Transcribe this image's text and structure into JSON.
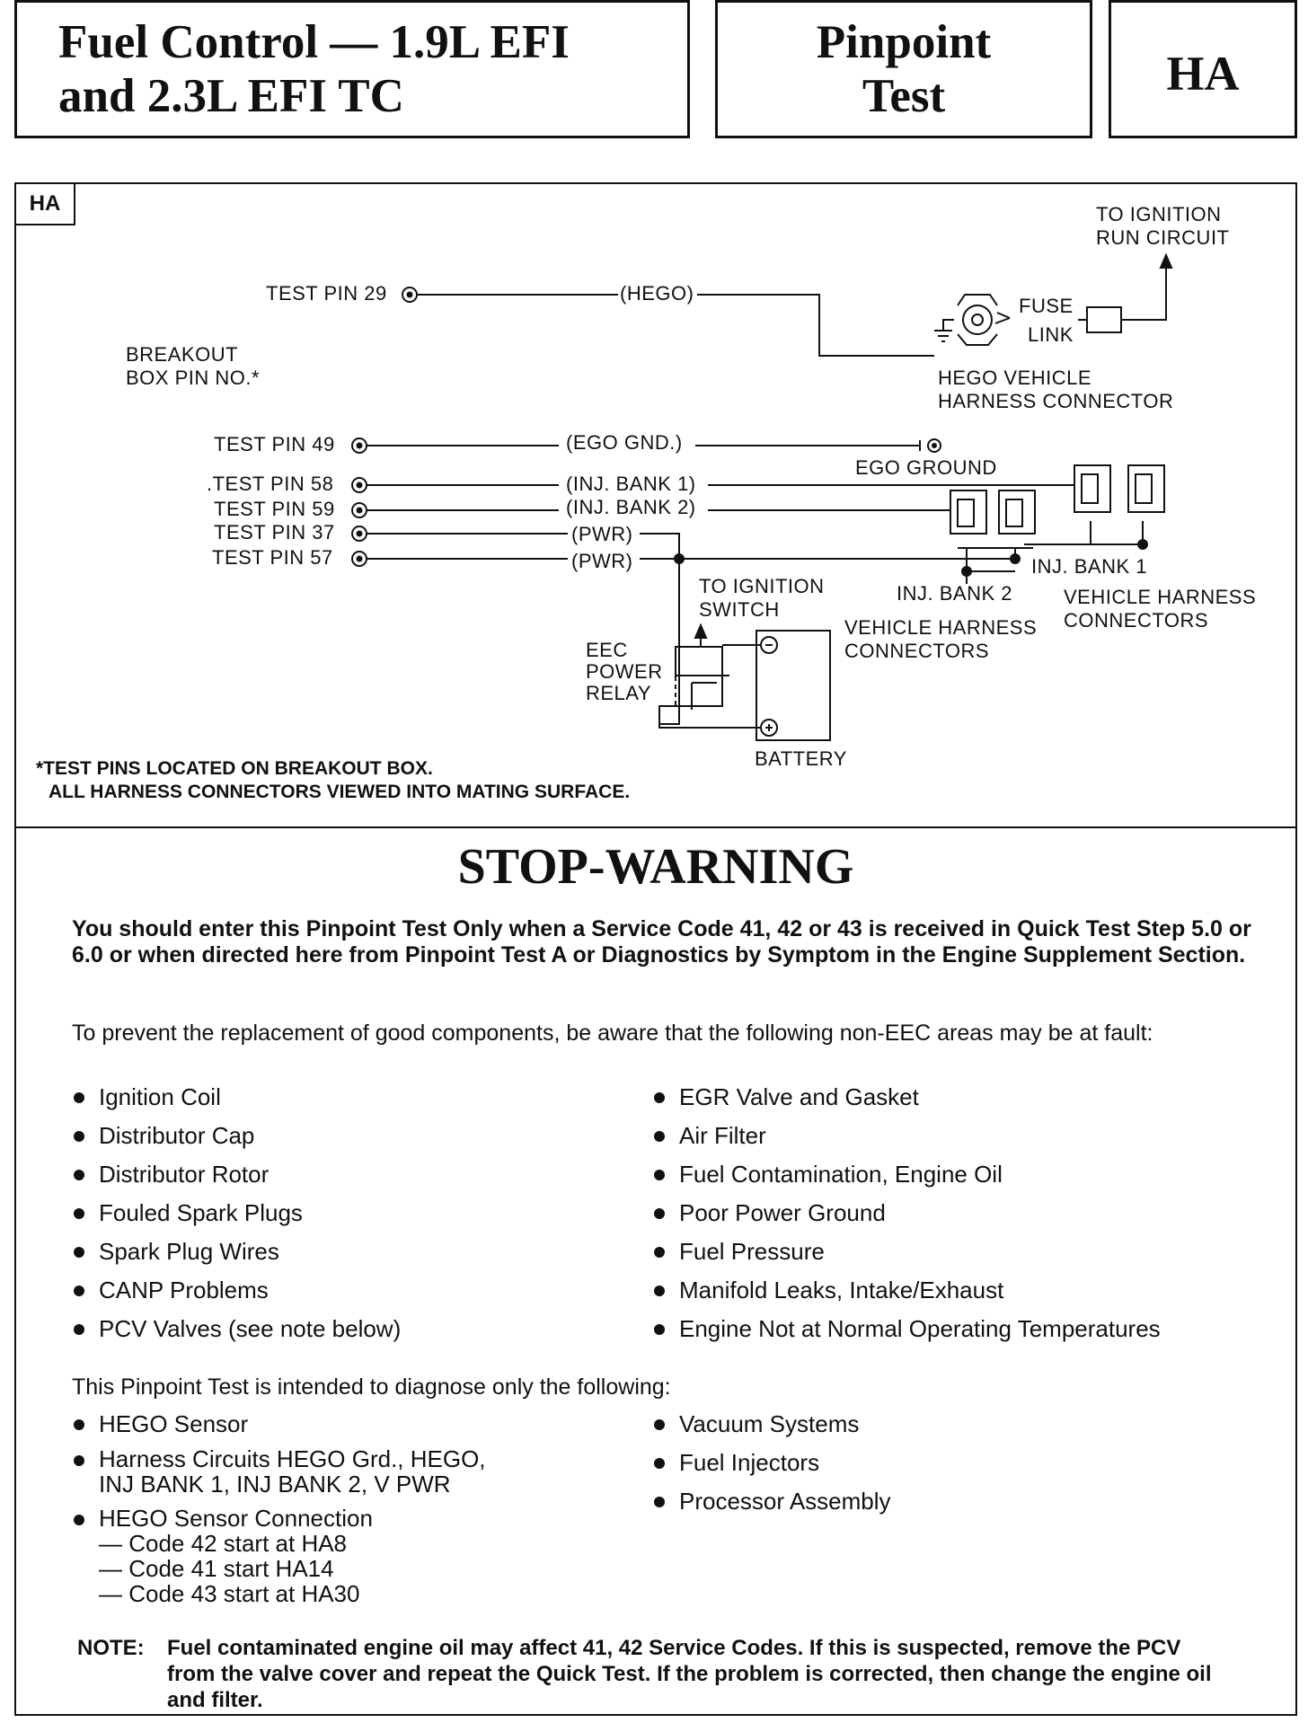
{
  "header": {
    "title_line1": "Fuel Control — 1.9L EFI",
    "title_line2": "and 2.3L EFI TC",
    "test_type_line1": "Pinpoint",
    "test_type_line2": "Test",
    "code": "HA"
  },
  "diagram": {
    "tag": "HA",
    "breakout_label_1": "BREAKOUT",
    "breakout_label_2": "BOX PIN NO.*",
    "test_pins": [
      {
        "pin": "TEST PIN 29",
        "circuit": "(HEGO)"
      },
      {
        "pin": "TEST PIN 49",
        "circuit": "(EGO GND.)"
      },
      {
        "pin": ".TEST PIN 58",
        "circuit": "(INJ. BANK 1)"
      },
      {
        "pin": "TEST PIN 59",
        "circuit": "(INJ. BANK 2)"
      },
      {
        "pin": "TEST PIN 37",
        "circuit": "(PWR)"
      },
      {
        "pin": "TEST PIN 57",
        "circuit": "(PWR)"
      }
    ],
    "to_ignition_run_1": "TO IGNITION",
    "to_ignition_run_2": "RUN CIRCUIT",
    "fuse": "FUSE",
    "link": "LINK",
    "hego_connector_1": "HEGO VEHICLE",
    "hego_connector_2": "HARNESS CONNECTOR",
    "ego_ground": "EGO GROUND",
    "inj_bank_1": "INJ. BANK 1",
    "inj_bank_2": "INJ. BANK 2",
    "vehicle_harness_1a": "VEHICLE HARNESS",
    "vehicle_harness_1b": "CONNECTORS",
    "vehicle_harness_2a": "VEHICLE HARNESS",
    "vehicle_harness_2b": "CONNECTORS",
    "to_ignition_switch_1": "TO IGNITION",
    "to_ignition_switch_2": "SWITCH",
    "eec_1": "EEC",
    "eec_2": "POWER",
    "eec_3": "RELAY",
    "battery": "BATTERY",
    "footnote_1": "*TEST PINS LOCATED ON BREAKOUT BOX.",
    "footnote_2": "ALL HARNESS CONNECTORS VIEWED INTO MATING SURFACE."
  },
  "warning": {
    "title": "STOP-WARNING",
    "entry_condition": "You should enter this Pinpoint Test Only when a Service Code 41, 42 or 43 is received in Quick Test Step 5.0 or 6.0 or when directed here from Pinpoint Test A or Diagnostics by Symptom in the Engine Supplement Section.",
    "prevent_intro": "To prevent the replacement of good components, be aware that the following non-EEC areas may be at fault:",
    "non_eec_left": [
      "Ignition Coil",
      "Distributor Cap",
      "Distributor Rotor",
      "Fouled Spark Plugs",
      "Spark Plug Wires",
      "CANP Problems",
      "PCV Valves (see note below)"
    ],
    "non_eec_right": [
      "EGR Valve and Gasket",
      "Air Filter",
      "Fuel Contamination, Engine Oil",
      "Poor Power Ground",
      "Fuel Pressure",
      "Manifold Leaks, Intake/Exhaust",
      "Engine Not at Normal Operating Temperatures"
    ],
    "diagnose_intro": "This Pinpoint Test is intended to diagnose only the following:",
    "diag_left": {
      "item1": "HEGO Sensor",
      "item2_line1": "Harness Circuits HEGO Grd., HEGO,",
      "item2_line2": "INJ BANK 1, INJ BANK 2, V PWR",
      "item3": "HEGO Sensor Connection",
      "item3_sub1": "— Code 42 start at HA8",
      "item3_sub2": "— Code 41 start HA14",
      "item3_sub3": "— Code 43 start at HA30"
    },
    "diag_right": [
      "Vacuum Systems",
      "Fuel Injectors",
      "Processor Assembly"
    ],
    "note_label": "NOTE:",
    "note_text": "Fuel contaminated engine oil may affect 41, 42 Service Codes. If this is suspected, remove the PCV from the valve cover and repeat the Quick Test. If the problem is corrected, then change the engine oil and filter."
  }
}
